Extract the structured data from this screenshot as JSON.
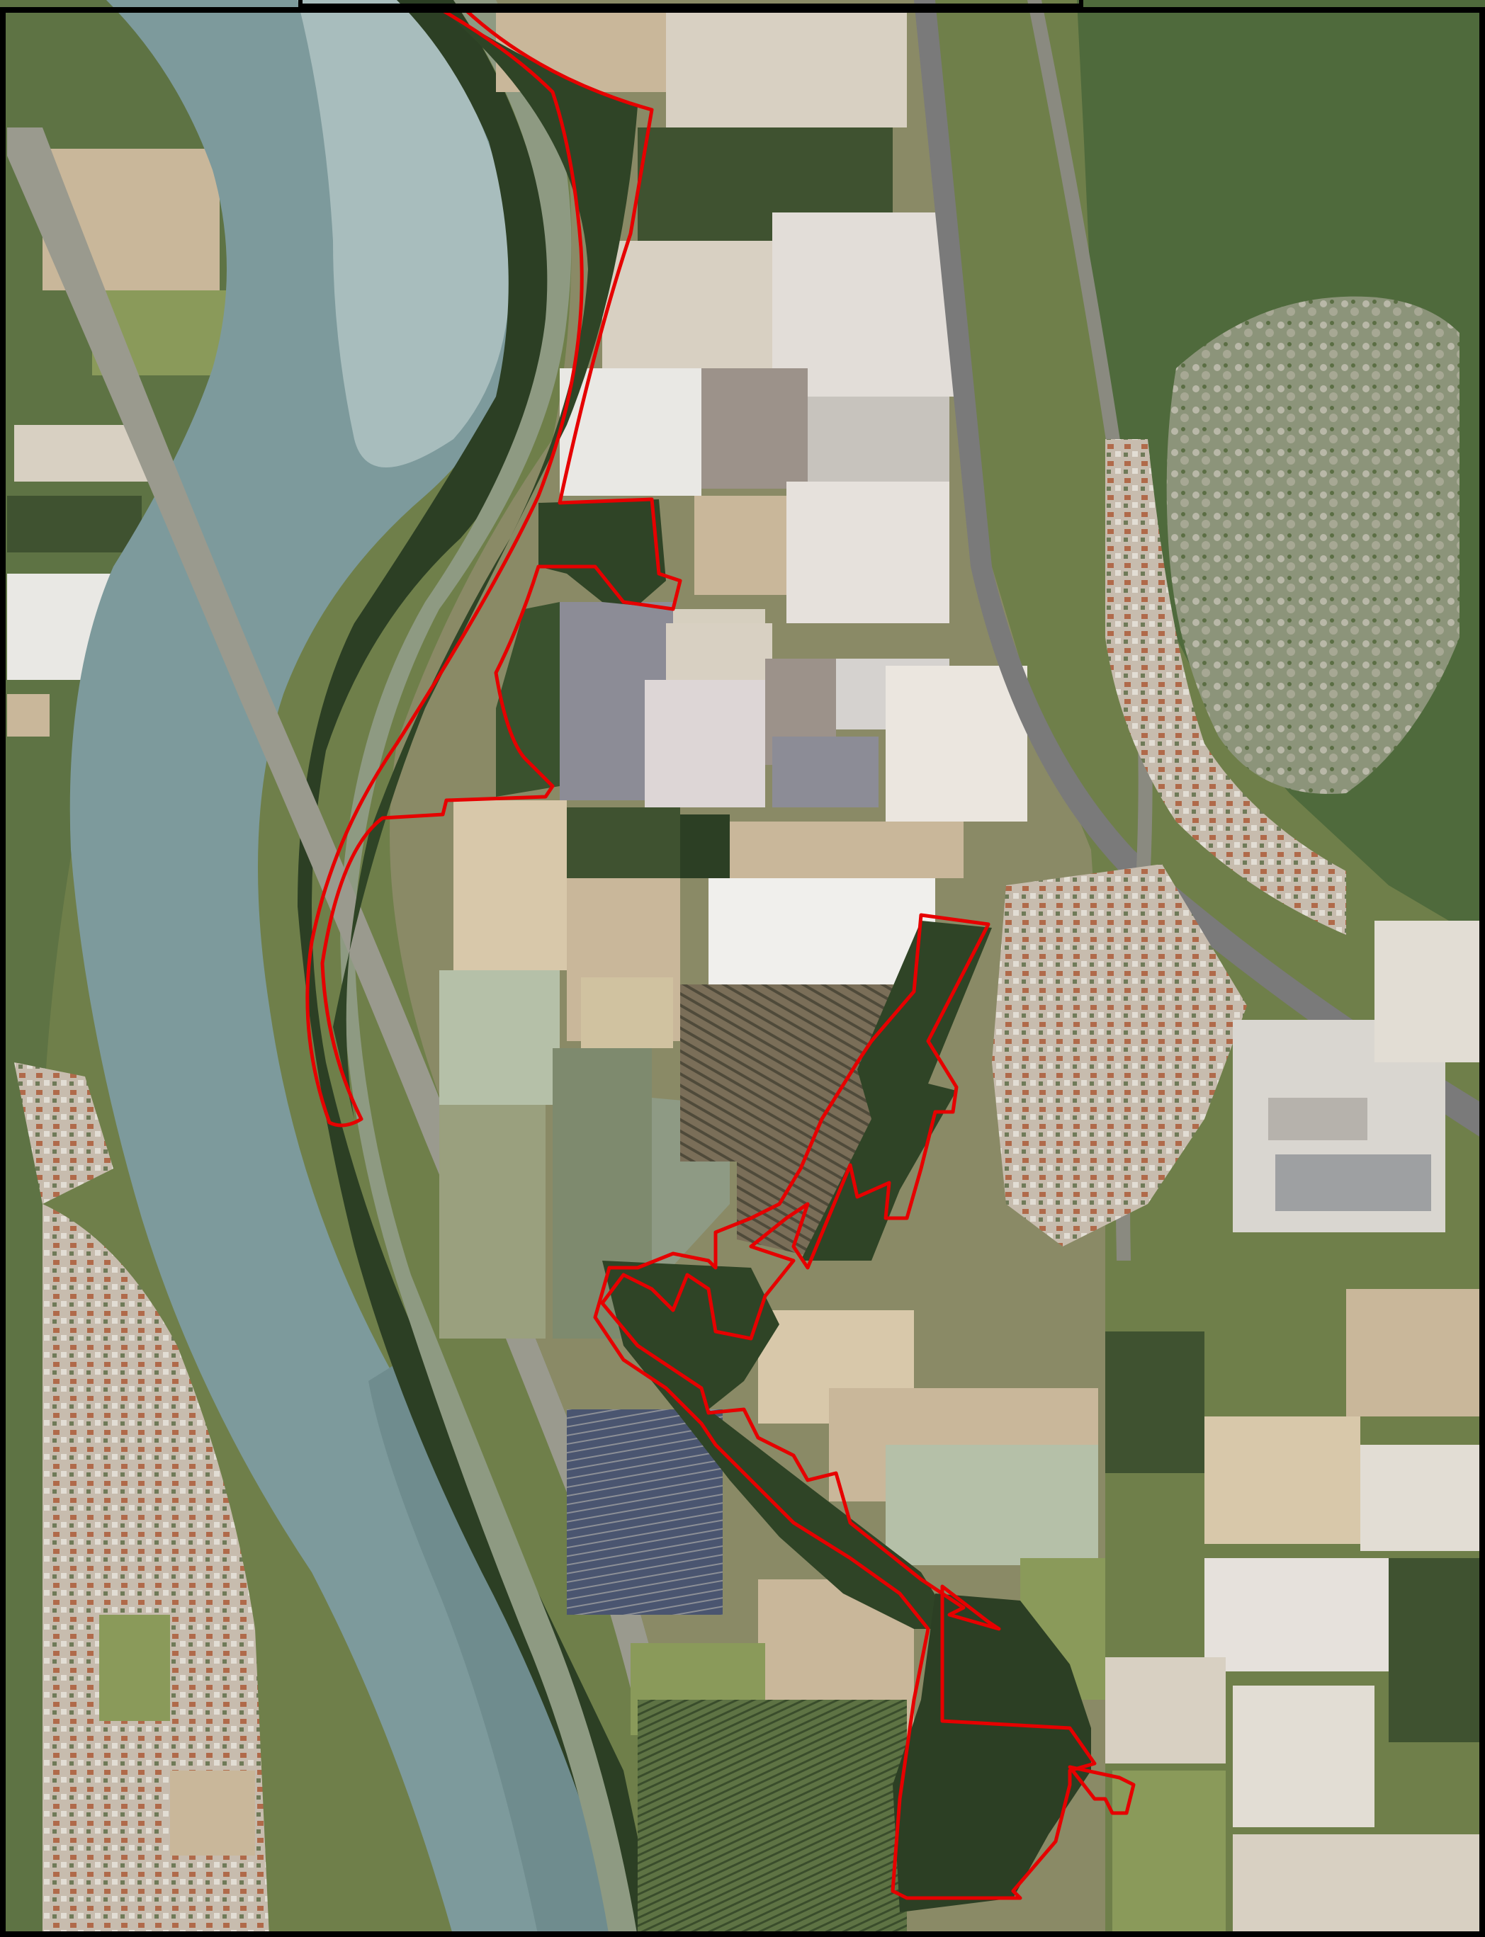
{
  "map": {
    "type": "aerial-orthophoto",
    "labels": [],
    "perimeter": {
      "stroke_color": "#e60000"
    },
    "colors": {
      "frame": "#000000",
      "river": "#7d9a9c",
      "river_highlight": "#a8bdbd",
      "forest": "#2c3f24",
      "forest_light": "#4b6238",
      "field_pale": "#d8d0c2",
      "field_beige": "#c9b79a",
      "field_white": "#e9e8e4",
      "field_green": "#6f7f4a",
      "field_dark": "#3f5230",
      "orchard": "#7a6e58",
      "mountain": "#4f6a3c",
      "rock": "#b9b8a8",
      "road": "#7a7a7a",
      "urban": "#c7bcae",
      "urban_roof": "#b06a4a",
      "solar": "#4a5570"
    },
    "icons": [
      "river",
      "highway",
      "railway",
      "fields",
      "forest",
      "village",
      "solar-farm",
      "mountain"
    ]
  }
}
